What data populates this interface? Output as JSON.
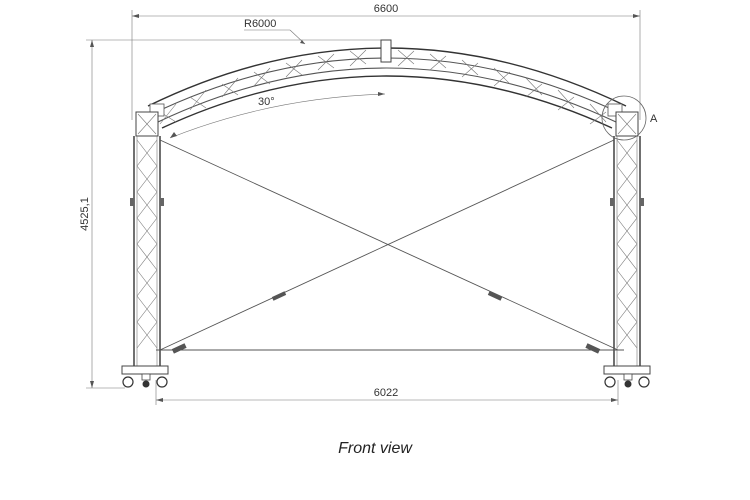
{
  "dimensions": {
    "overall_width": "6600",
    "arc_radius": "R6000",
    "base_width": "6022",
    "height": "4525,1",
    "arc_angle": "30°"
  },
  "detail_label": "A",
  "caption": "Front view"
}
